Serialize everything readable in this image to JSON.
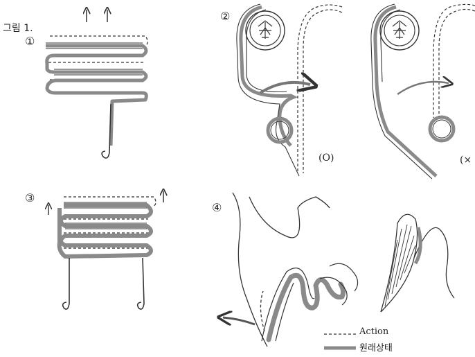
{
  "figure": {
    "title": "그림 1.",
    "panels": [
      "①",
      "②",
      "③",
      "④"
    ],
    "marks": {
      "correct": "(O)",
      "wrong": "(×"
    },
    "legend": {
      "dashed": "Action",
      "solid": "원래상태"
    },
    "colors": {
      "solid": "#8a8a8a",
      "line": "#333333"
    }
  }
}
